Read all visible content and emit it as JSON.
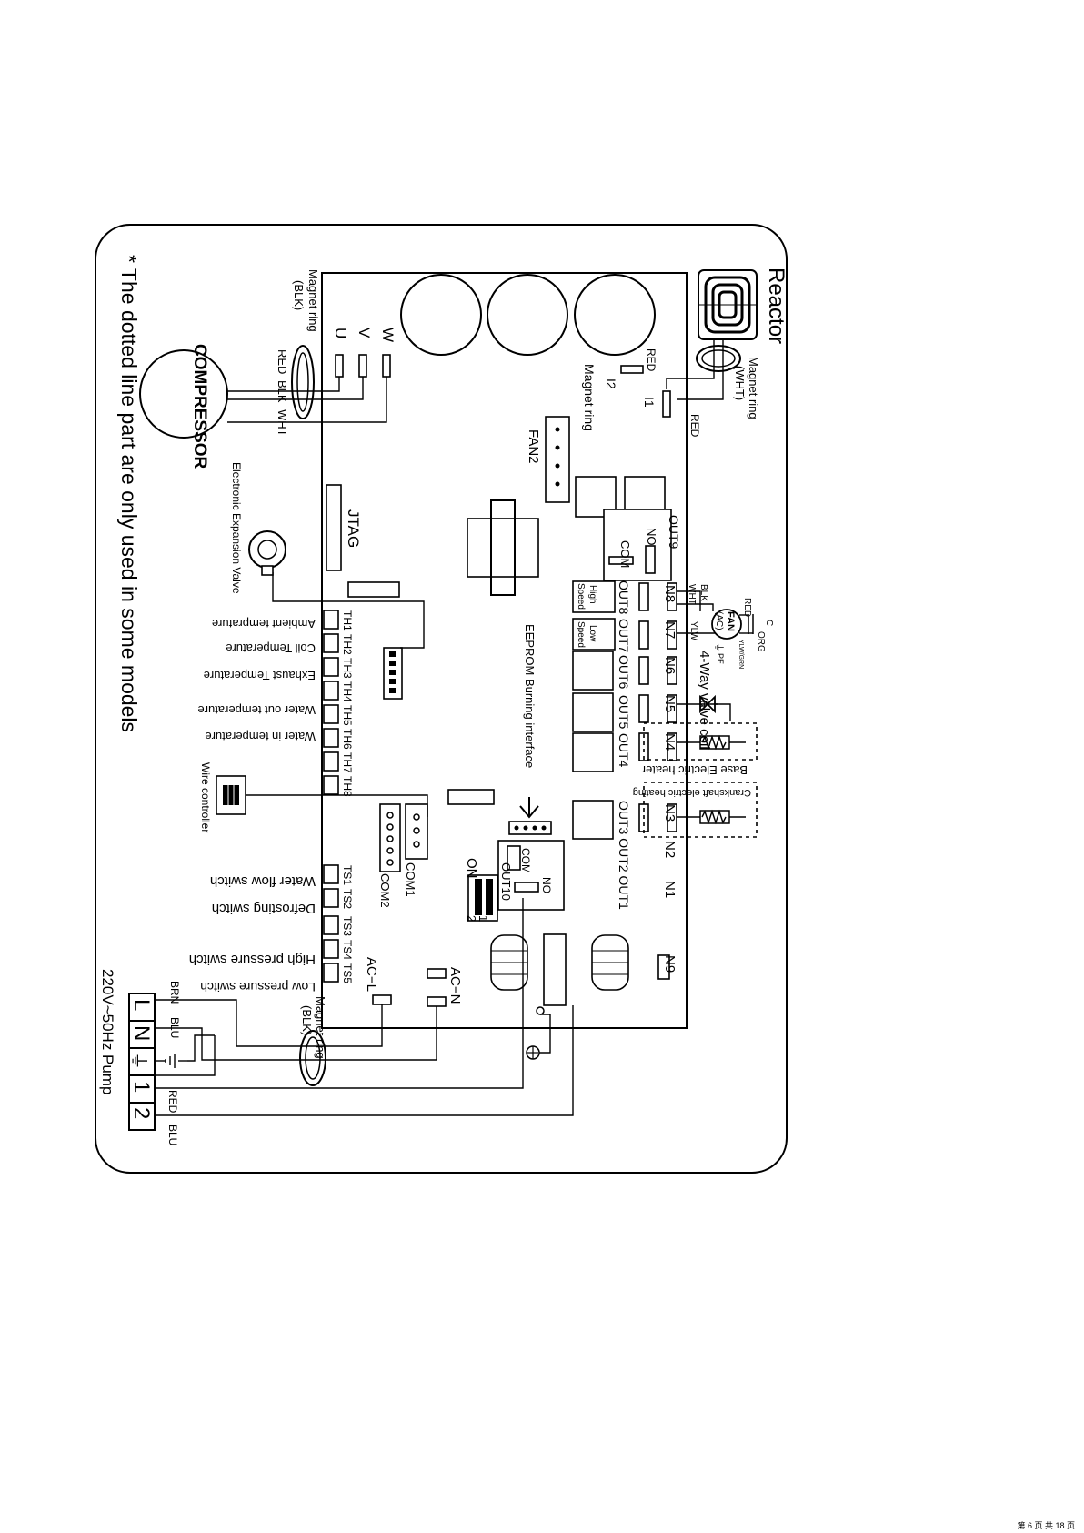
{
  "title": {
    "reactor": "Reactor",
    "magnet_ring_wht": "Magnet ring",
    "wht_tag": "(WHT)",
    "red_top": "RED",
    "red_i2": "RED",
    "i1": "I1",
    "i2": "I2",
    "magnet_ring_i2": "Magnet ring"
  },
  "compressor": {
    "label": "COMPRESSOR",
    "red": "RED",
    "blk": "BLK",
    "wht": "WHT",
    "u": "U",
    "v": "V",
    "w": "W",
    "magnet_ring": "Magnet ring",
    "blk_tag": "(BLK)"
  },
  "board": {
    "fan2": "FAN2",
    "jtag": "JTAG",
    "eeprom": "EEPROM  Burning interface",
    "com1": "COM1",
    "com2": "COM2",
    "out9": "OUT9",
    "out9_no": "NO",
    "out9_com": "COM",
    "out10": "OUT10",
    "out10_on": "ON",
    "out10_1": "1",
    "out10_2": "2",
    "relay_com": "COM",
    "relay_no": "NO",
    "ac_l": "AC−L",
    "ac_n": "AC−N"
  },
  "outputs": {
    "n8": "N8",
    "n7": "N7",
    "n6": "N6",
    "n5": "N5",
    "n4": "N4",
    "n3": "N3",
    "n2": "N2",
    "n1": "N1",
    "n9": "N9",
    "out8": "OUT8",
    "out7": "OUT7",
    "out6": "OUT6",
    "out5": "OUT5",
    "out4": "OUT4",
    "out3_out2_out1": "OUT3 OUT2 OUT1",
    "high_speed_1": "High",
    "high_speed_2": "Speed",
    "low_speed_1": "Low",
    "low_speed_2": "Speed",
    "fan_1": "FAN",
    "fan_2": "(AC)",
    "wht": "WHT",
    "blk": "BLK",
    "red": "RED",
    "c": "C",
    "org": "ORG",
    "ylw": "YLW",
    "ylwgrn": "YLW/GRN",
    "pe": "PE",
    "four_way": "4-Way valve coil",
    "base_heater": "Base Electric heater",
    "crankshaft": "Crankshaft electric heating"
  },
  "sensors": {
    "th_labels": [
      "TH1",
      "TH2",
      "TH3",
      "TH4",
      "TH5",
      "TH6",
      "TH7",
      "TH8"
    ],
    "ambient": "Ambient temprature",
    "coil": "Coil Temperature",
    "exhaust": "Exhaust Temperature",
    "water_out": "Water out temperature",
    "water_in": "Water in temperature",
    "eev": "Electronic Expansion Valve",
    "wire_controller": "Wire controller"
  },
  "switches": {
    "ts_labels": [
      "TS1",
      "TS2",
      "TS3",
      "TS4",
      "TS5"
    ],
    "water_flow": "Water flow switch",
    "defrosting": "Defrosting  switch",
    "high_pressure": "High pressure switch",
    "low_pressure": "Low pressure switch"
  },
  "power": {
    "supply": "220V~50Hz Pump",
    "terminal_l": "L",
    "terminal_n": "N",
    "terminal_1": "1",
    "terminal_2": "2",
    "brn": "BRN",
    "blu": "BLU",
    "red": "RED",
    "blu2": "BLU",
    "magnet_ring": "Magnet ring",
    "blk_tag": "(BLK)"
  },
  "note": "* The dotted line part are only used in some models",
  "footer": "第 6 页 共 18 页"
}
